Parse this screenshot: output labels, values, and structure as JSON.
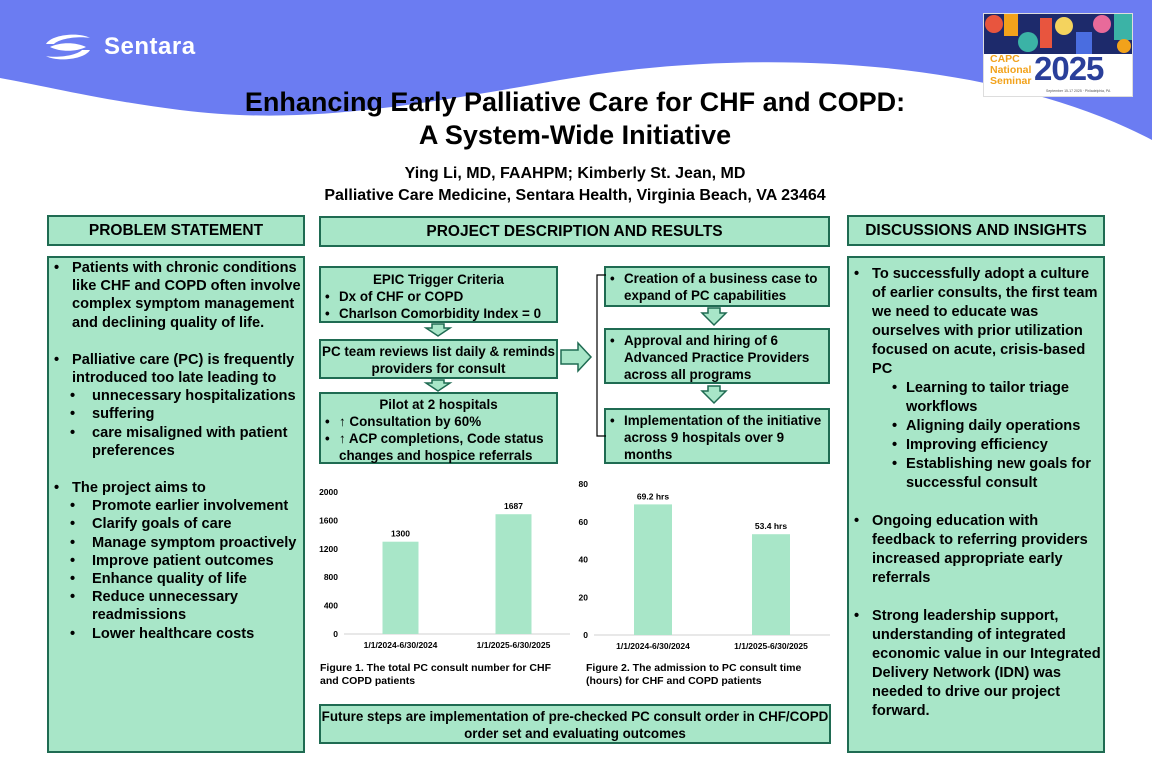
{
  "logo": {
    "name": "Sentara"
  },
  "badge": {
    "line1": "CAPC",
    "line2": "National",
    "line3": "Seminar",
    "year": "2025",
    "sub": "September 15-17 2025 · Philadelphia, PA"
  },
  "title": {
    "line1": "Enhancing Early Palliative Care for CHF and COPD:",
    "line2": "A System-Wide Initiative"
  },
  "authors": {
    "names": "Ying Li, MD, FAAHPM; Kimberly St. Jean, MD",
    "affiliation": "Palliative Care Medicine, Sentara Health, Virginia Beach, VA 23464"
  },
  "sections": {
    "problem": "PROBLEM STATEMENT",
    "project": "PROJECT DESCRIPTION AND RESULTS",
    "discussion": "DISCUSSIONS AND INSIGHTS"
  },
  "problem": {
    "p1": "Patients with chronic conditions like CHF and COPD often involve complex symptom management and declining quality of life.",
    "p2": "Palliative care (PC) is frequently introduced too late leading to",
    "p2_sub": [
      "unnecessary hospitalizations",
      "suffering",
      "care misaligned with patient preferences"
    ],
    "p3": "The project aims to",
    "p3_sub": [
      "Promote earlier involvement",
      "Clarify goals of care",
      "Manage symptom proactively",
      "Improve patient outcomes",
      "Enhance quality of life",
      "Reduce unnecessary readmissions",
      "Lower healthcare costs"
    ]
  },
  "flow": {
    "trigger_title": "EPIC Trigger Criteria",
    "trigger_items": [
      "Dx of CHF or COPD",
      "Charlson Comorbidity Index = 0"
    ],
    "review": "PC team reviews list daily & reminds providers for consult",
    "pilot_title": "Pilot at 2 hospitals",
    "pilot_items": [
      "↑ Consultation by 60%",
      "↑ ACP completions, Code status changes and hospice referrals"
    ],
    "step1": "Creation of a business case to expand of PC capabilities",
    "step2": "Approval and hiring of 6 Advanced Practice Providers across all programs",
    "step3": "Implementation of the initiative across 9 hospitals over 9 months"
  },
  "chart_data": [
    {
      "type": "bar",
      "categories": [
        "1/1/2024-6/30/2024",
        "1/1/2025-6/30/2025"
      ],
      "values": [
        1300,
        1687
      ],
      "data_labels": [
        "1300",
        "1687"
      ],
      "yticks": [
        "0",
        "400",
        "800",
        "1200",
        "1600",
        "2000"
      ],
      "ylim": [
        0,
        2000
      ],
      "caption": "Figure 1. The total PC consult number for CHF and COPD patients",
      "color": "#a8e6c8"
    },
    {
      "type": "bar",
      "categories": [
        "1/1/2024-6/30/2024",
        "1/1/2025-6/30/2025"
      ],
      "values": [
        69.2,
        53.4
      ],
      "data_labels": [
        "69.2 hrs",
        "53.4 hrs"
      ],
      "yticks": [
        "0",
        "20",
        "40",
        "60",
        "80"
      ],
      "ylim": [
        0,
        80
      ],
      "caption": "Figure 2. The admission to PC consult time (hours) for CHF and COPD patients",
      "color": "#a8e6c8"
    }
  ],
  "future": "Future steps are implementation of pre-checked PC consult order in CHF/COPD order set and evaluating outcomes",
  "discussion": {
    "p1": "To successfully adopt a culture of earlier consults, the first team we need to educate was ourselves with prior utilization focused on acute, crisis-based PC",
    "p1_sub": [
      "Learning to tailor triage workflows",
      "Aligning daily operations",
      "Improving efficiency",
      "Establishing new goals for successful consult"
    ],
    "p2": "Ongoing education with feedback to referring providers increased appropriate early referrals",
    "p3": "Strong leadership support, understanding of integrated economic value in our Integrated Delivery Network (IDN) was needed to drive our project forward."
  },
  "colors": {
    "wave": "#6b7cf2",
    "panel": "#a8e6c8",
    "border": "#1f6b52"
  }
}
